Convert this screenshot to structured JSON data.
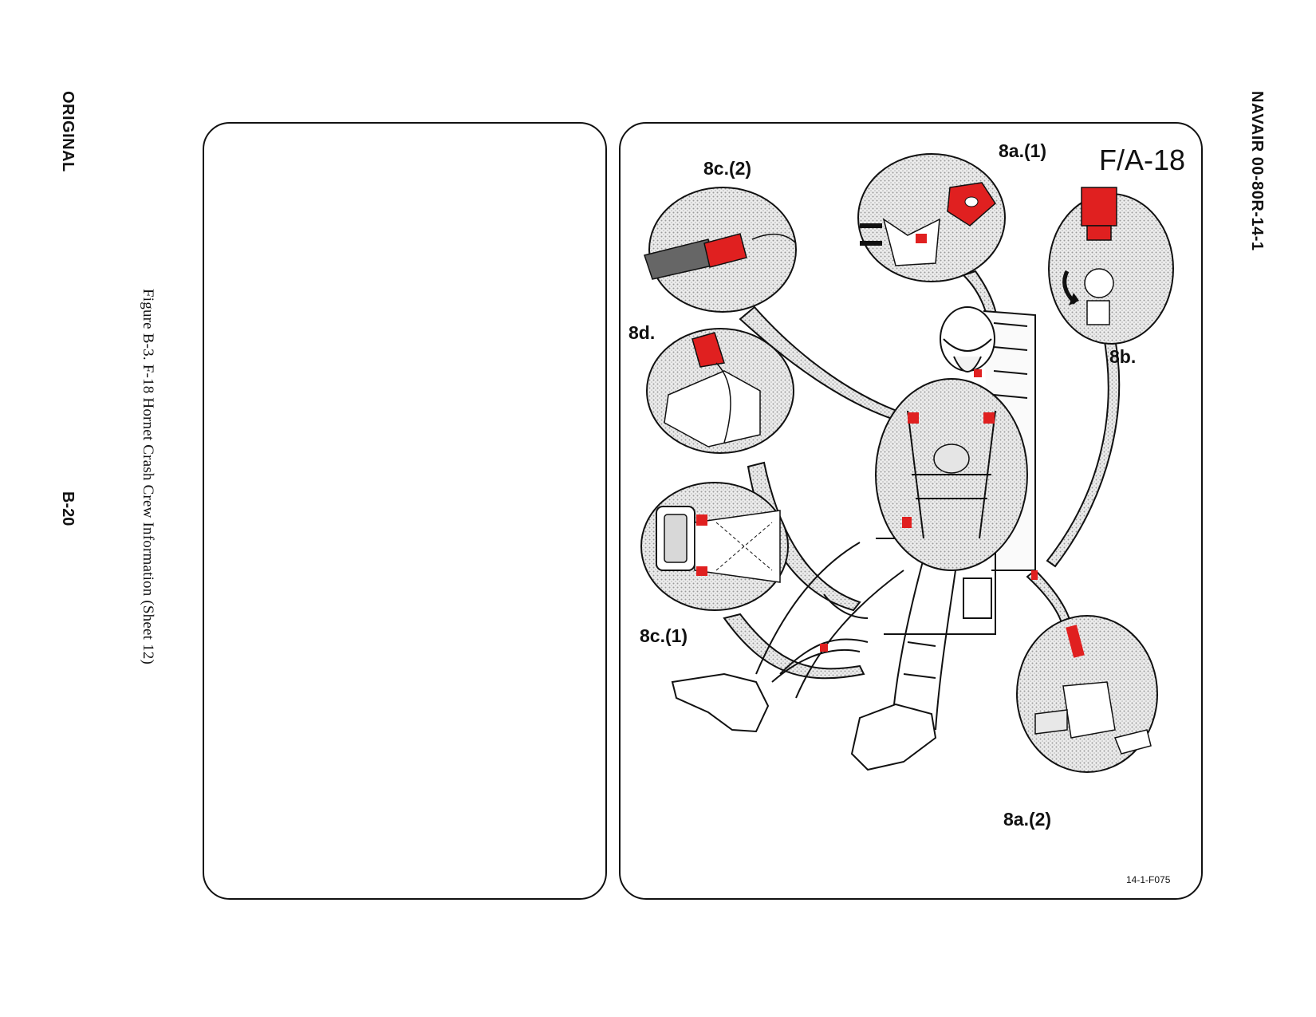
{
  "page": {
    "status": "ORIGINAL",
    "page_number": "B-20",
    "document_id": "NAVAIR 00-80R-14-1",
    "caption": "Figure B-3.  F-18 Hornet Crash Crew Information (Sheet 12)"
  },
  "illustration": {
    "aircraft": "F/A-18",
    "figure_code": "14-1-F075",
    "callouts": [
      "8c.(2)",
      "8a.(1)",
      "8b.",
      "8d.",
      "8c.(1)",
      "8a.(2)"
    ],
    "colors": {
      "highlight": "#e02020",
      "halftone": "#bdbdbd",
      "line": "#111111"
    }
  }
}
